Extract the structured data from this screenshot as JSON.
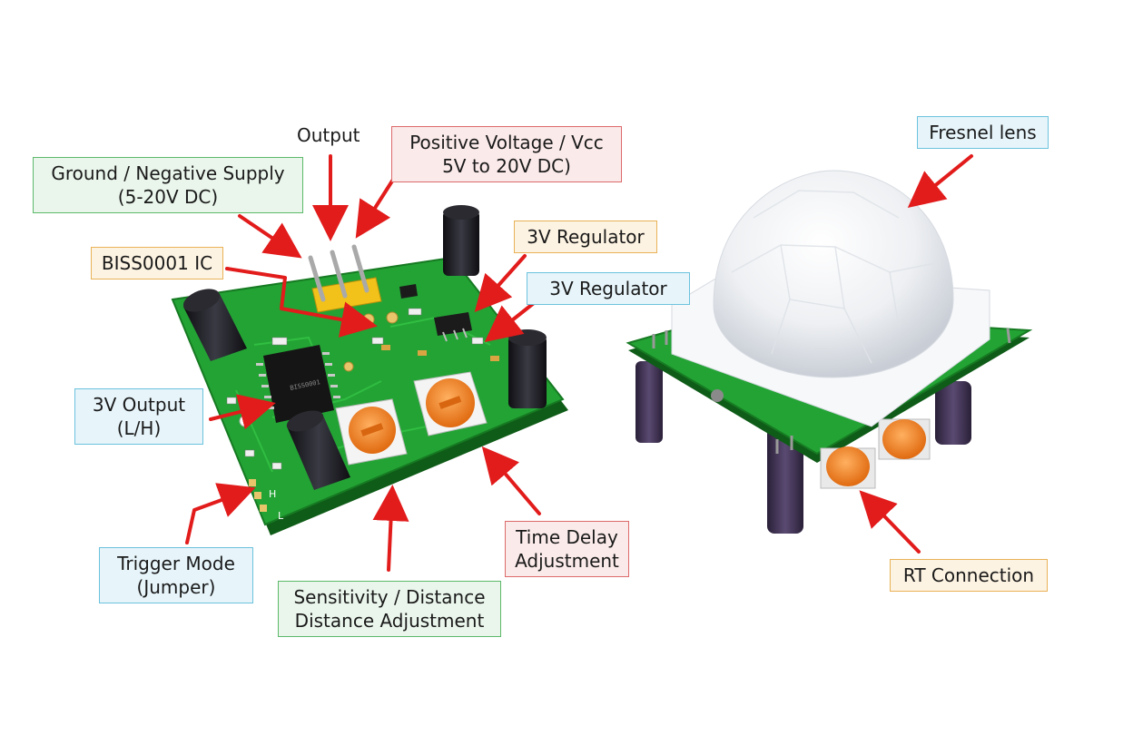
{
  "labels": {
    "output": "Output",
    "positive_voltage": [
      "Positive Voltage / Vcc",
      "5V to 20V DC)"
    ],
    "ground": [
      "Ground / Negative Supply",
      "(5-20V DC)"
    ],
    "biss_ic": "BISS0001 IC",
    "regulator_1": "3V Regulator",
    "regulator_2": "3V Regulator",
    "output_3v": [
      "3V Output",
      "(L/H)"
    ],
    "trigger_mode": [
      "Trigger Mode",
      "(Jumper)"
    ],
    "sensitivity": [
      "Sensitivity / Distance",
      "Distance Adjustment"
    ],
    "time_delay": [
      "Time Delay",
      "Adjustment"
    ],
    "fresnel_lens": "Fresnel lens",
    "rt_connection": "RT Connection"
  },
  "board_silkscreen": {
    "ic_marking": "BISS0001",
    "jumper_h": "H",
    "jumper_l": "L"
  },
  "colors": {
    "pcb_green": "#23a334",
    "pcb_dark": "#157a22",
    "pin_header": "#f2c21a",
    "potentiometer": "#f28a2a",
    "capacitor": "#1c1c22",
    "capacitor_purple": "#3b2f4e",
    "lens_white": "#eef1f4",
    "arrow_red": "#e21b1b"
  }
}
